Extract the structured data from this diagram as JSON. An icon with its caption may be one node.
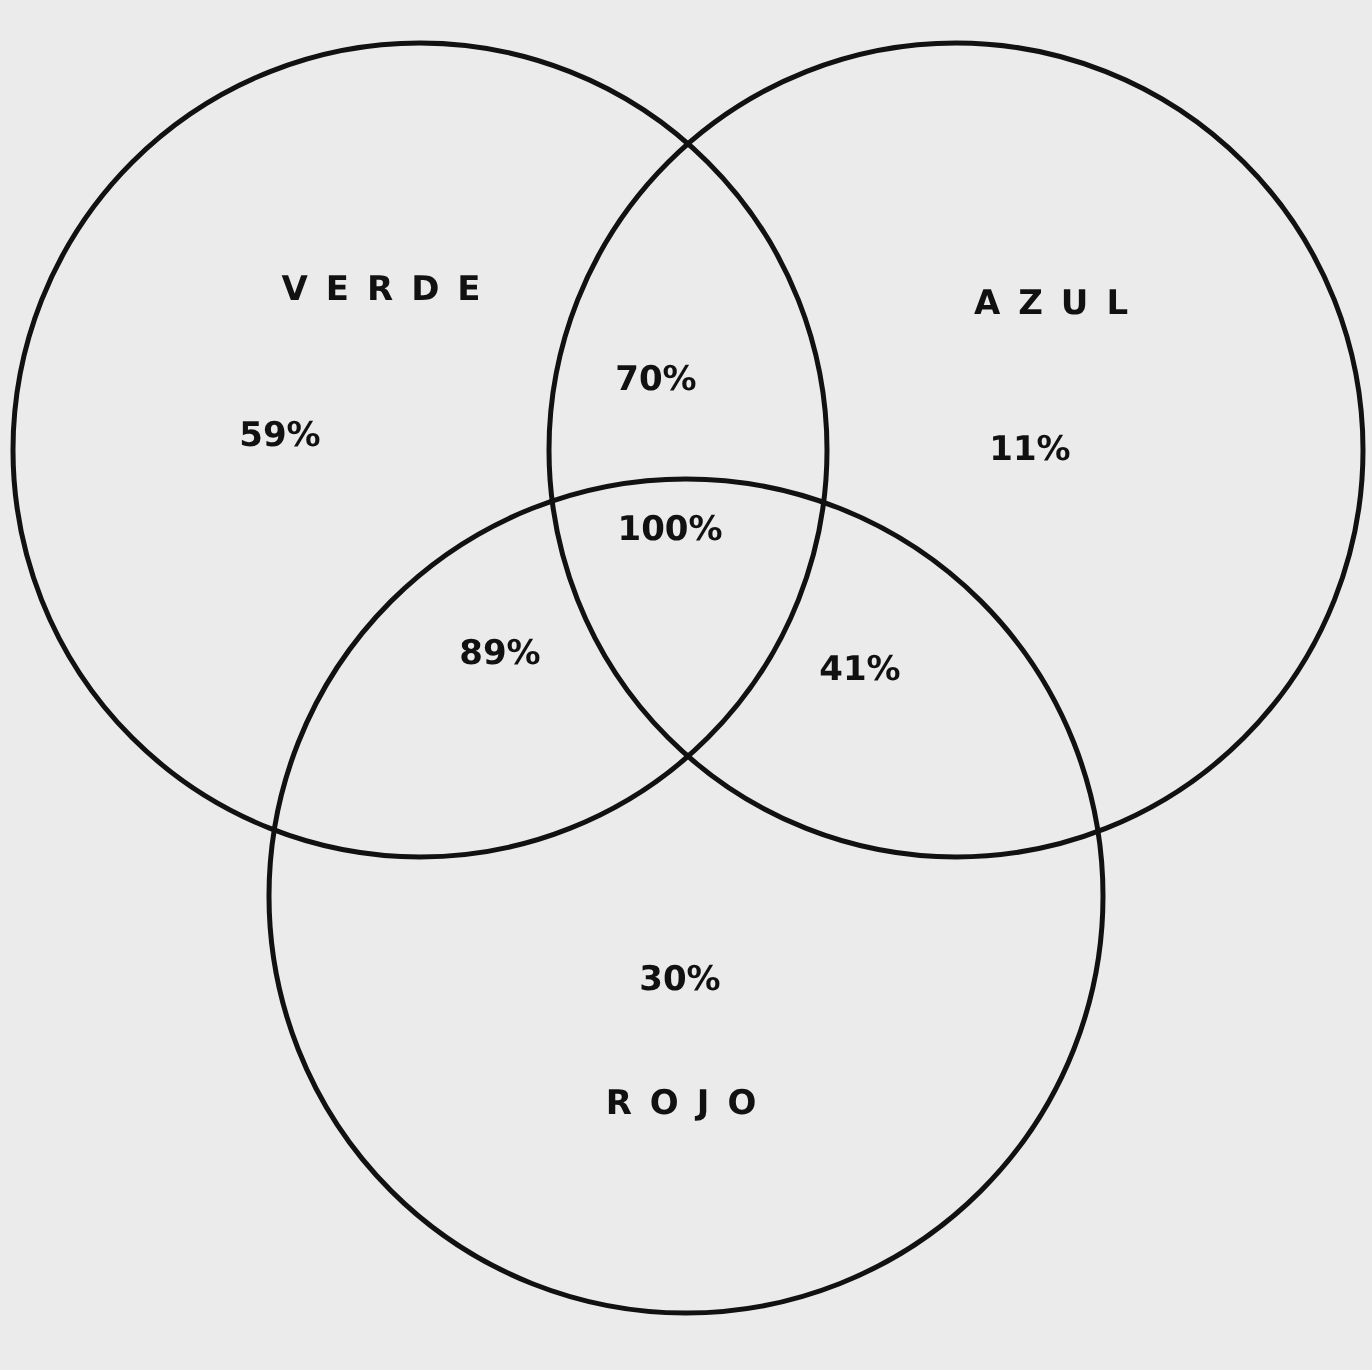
{
  "diagram": {
    "nodes": [
      {
        "text": [
          "VERDE",
          "59%"
        ]
      },
      {
        "text": [
          "AZUL",
          "11%"
        ]
      },
      {
        "text": [
          "30%",
          "ROJO"
        ]
      }
    ],
    "labels": [
      "70%",
      "100%",
      "89%",
      "41%"
    ]
  }
}
